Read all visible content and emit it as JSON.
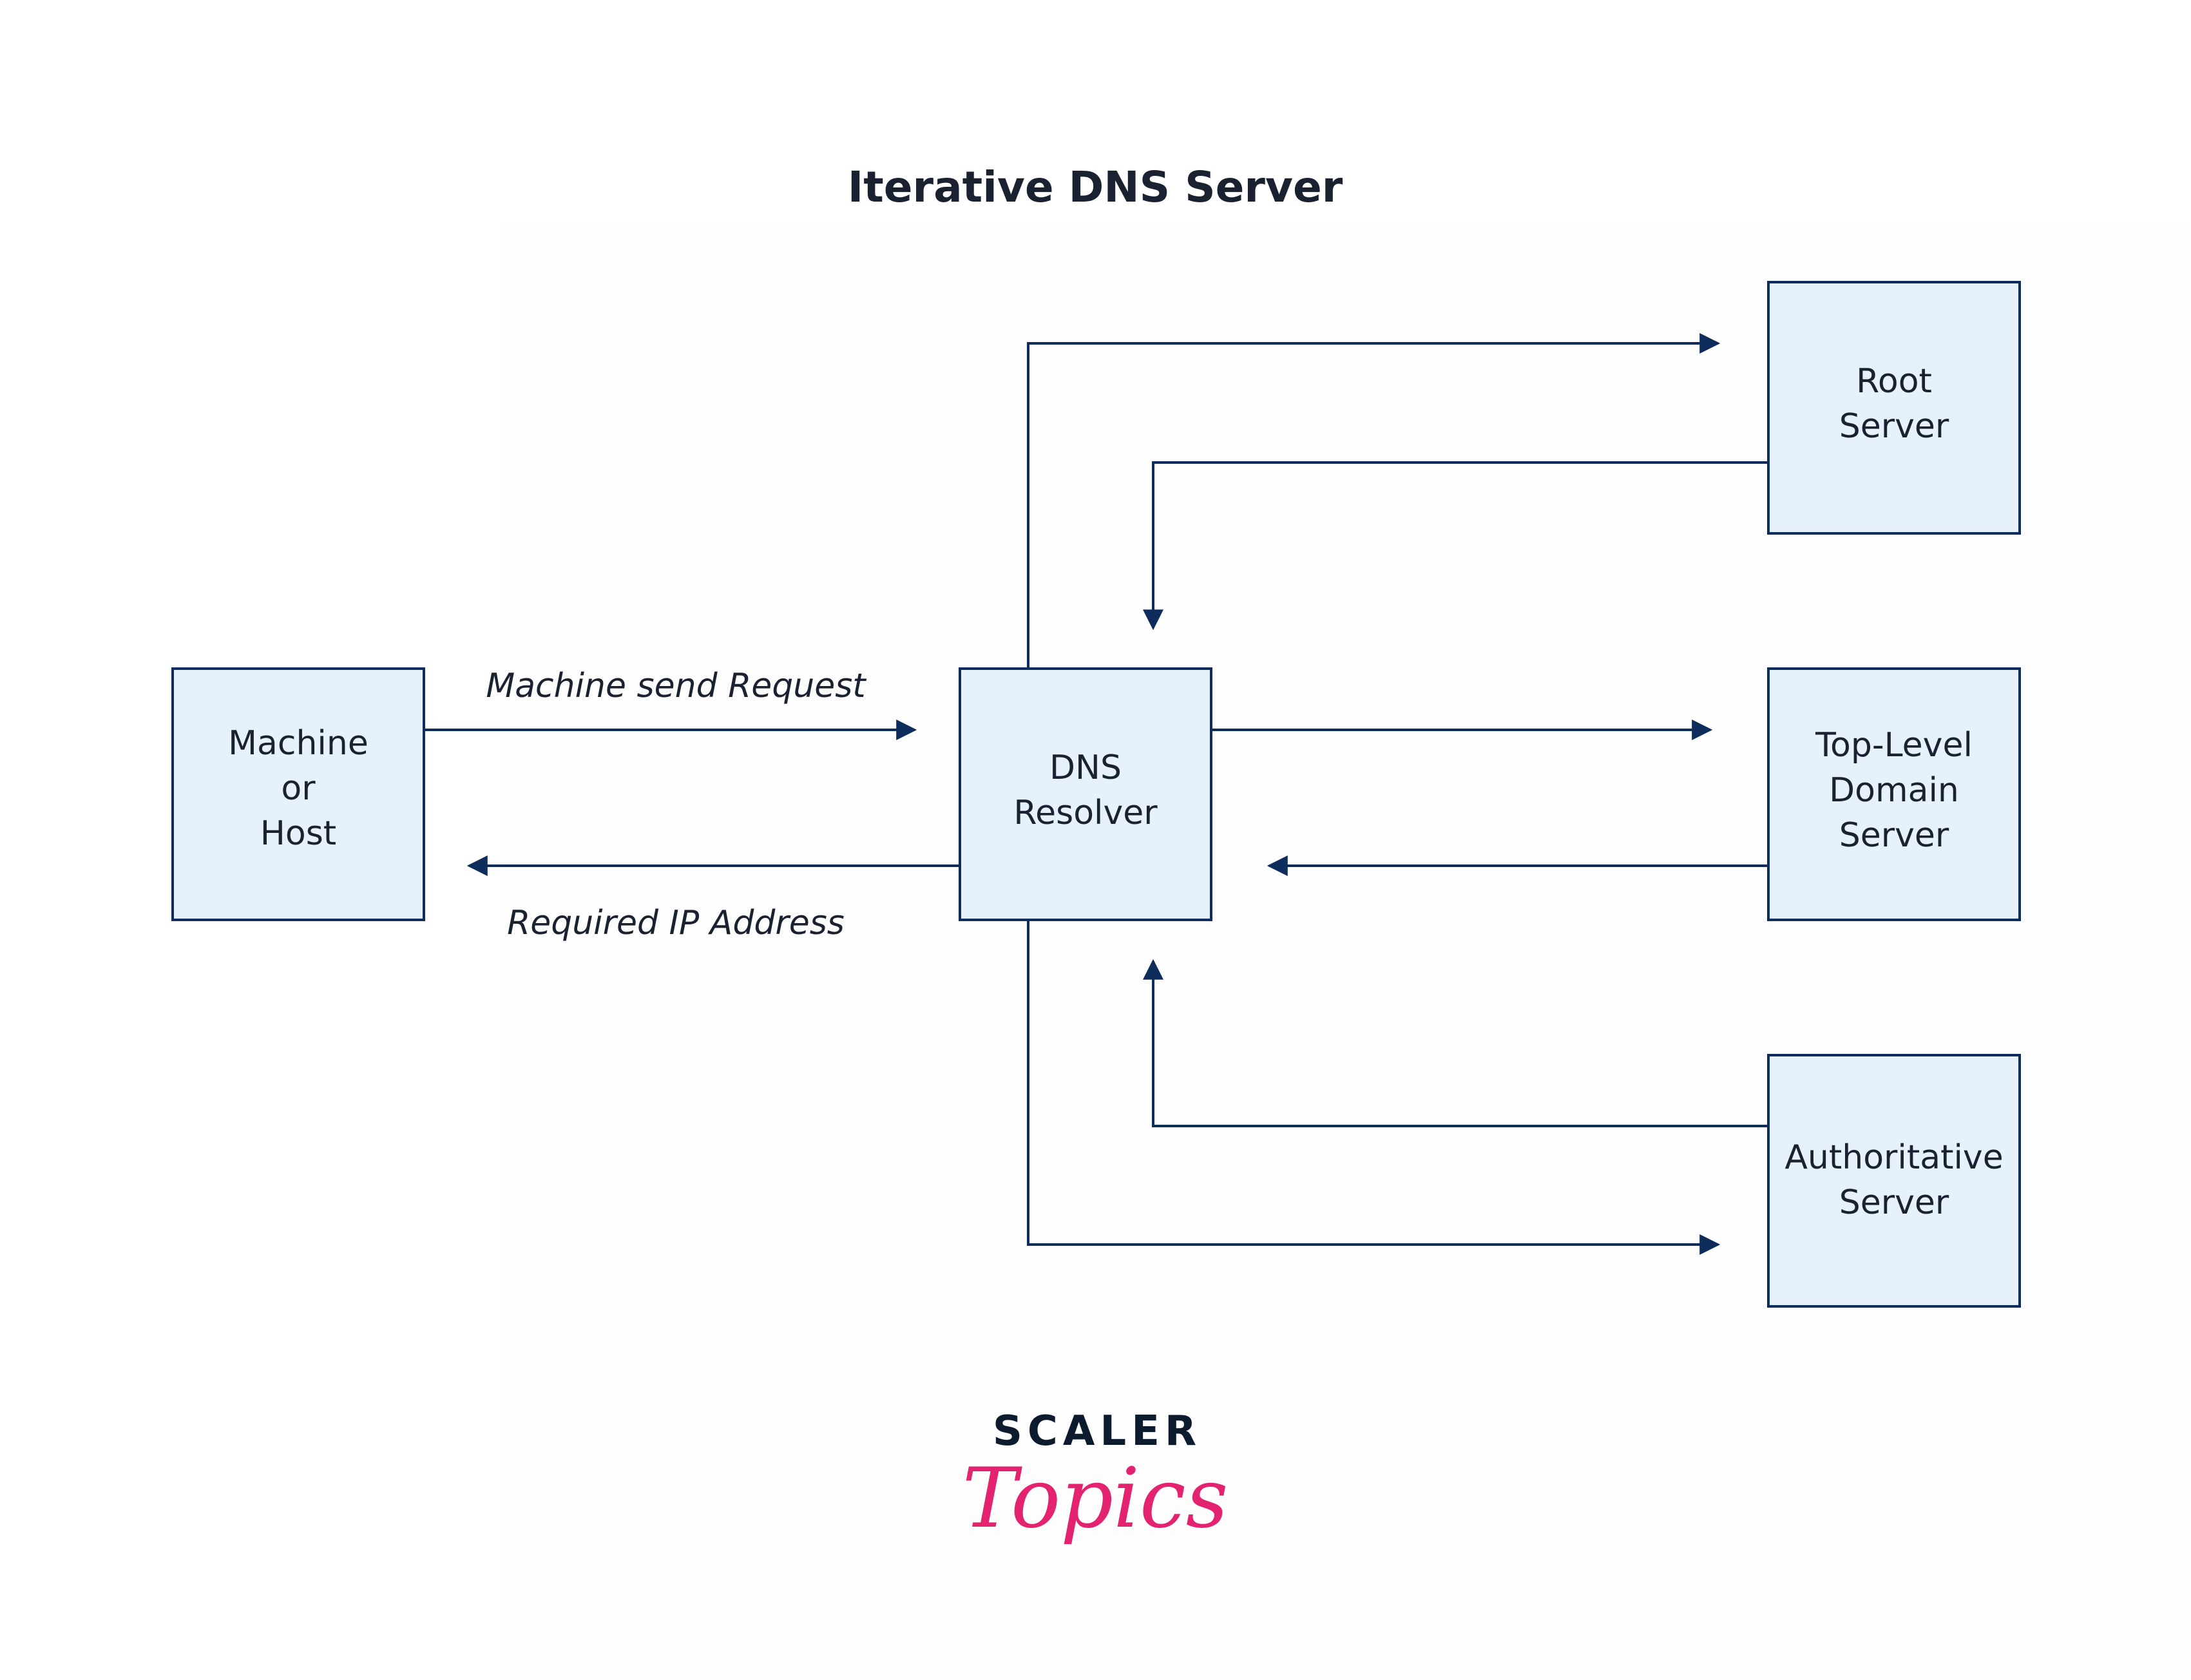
{
  "title": "Iterative DNS Server",
  "nodes": {
    "machine": [
      "Machine",
      "or",
      "Host"
    ],
    "resolver": [
      "DNS",
      "Resolver"
    ],
    "root": [
      "Root",
      "Server"
    ],
    "tld": [
      "Top-Level",
      "Domain",
      "Server"
    ],
    "authoritative": [
      "Authoritative",
      "Server"
    ]
  },
  "edges": {
    "request_label": "Machine send Request",
    "response_label": "Required IP Address"
  },
  "brand": {
    "top": "SCALER",
    "bottom": "Topics"
  },
  "colors": {
    "stroke": "#0f2d5c",
    "node_fill": "#e6f1fc",
    "text": "#1a2130",
    "brand_dark": "#0d1b2e",
    "brand_accent": "#e3236f"
  }
}
